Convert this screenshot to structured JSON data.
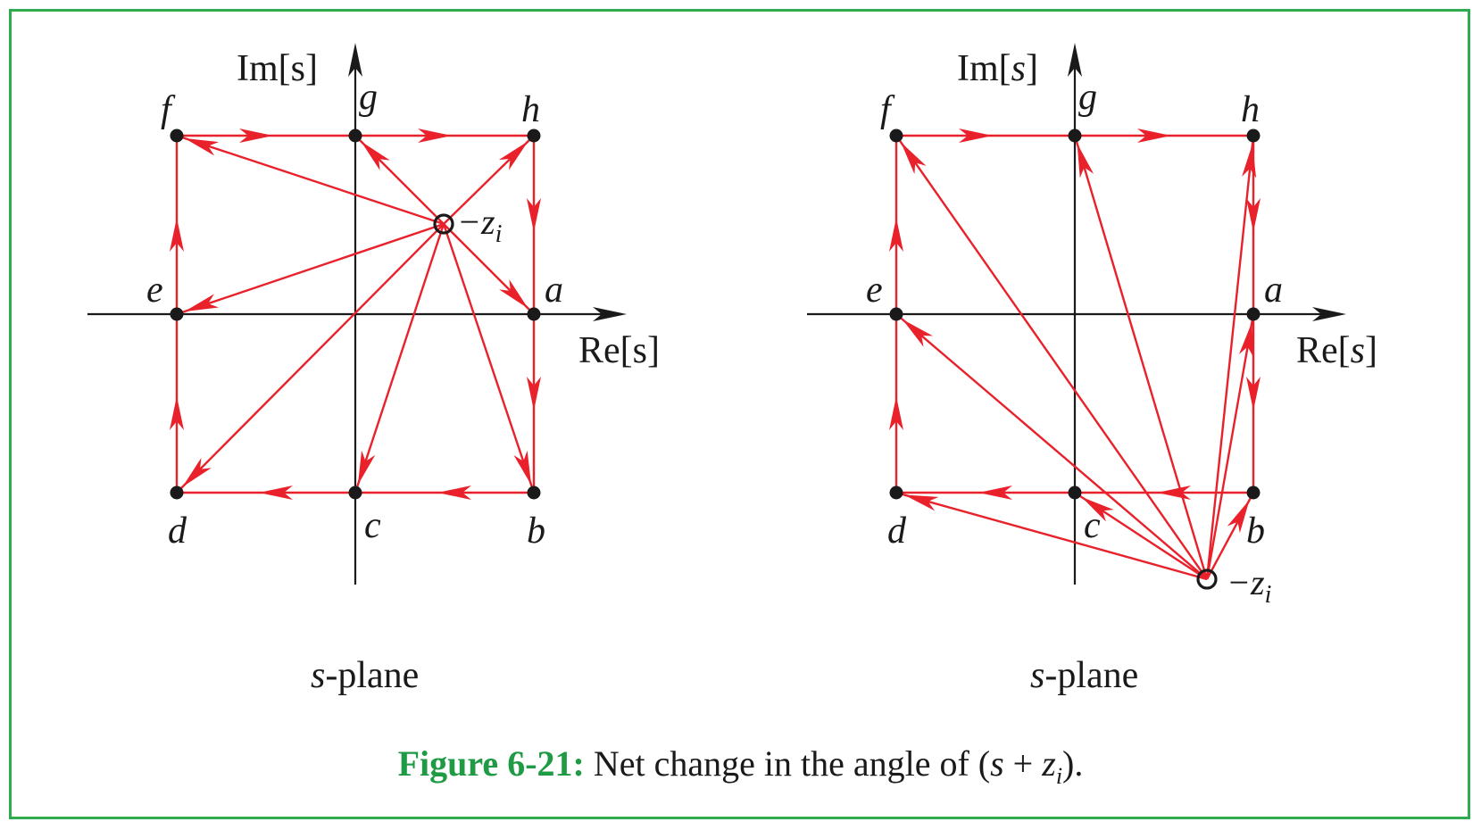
{
  "caption": {
    "figure_label": "Figure 6-21:",
    "text": "Net change in the angle of",
    "expression": "(s + z",
    "subscript": "i",
    "closing": ")."
  },
  "colors": {
    "arrow": "#e8212b",
    "axis": "#1a1a1a",
    "frame": "#2eaa4f",
    "figure_label": "#1f9a45"
  },
  "panels": [
    {
      "im_label": "Im[s]",
      "re_label": "Re[s]",
      "plane_label": "s-plane",
      "zero_label": "−z",
      "zero_subscript": "i",
      "zero_position": "above-right",
      "points": [
        "a",
        "b",
        "c",
        "d",
        "e",
        "f",
        "g",
        "h"
      ]
    },
    {
      "im_label": "Im[s]",
      "re_label": "Re[s]",
      "plane_label": "s-plane",
      "zero_label": "−z",
      "zero_subscript": "i",
      "zero_position": "below-right",
      "points": [
        "a",
        "b",
        "c",
        "d",
        "e",
        "f",
        "g",
        "h"
      ]
    }
  ]
}
